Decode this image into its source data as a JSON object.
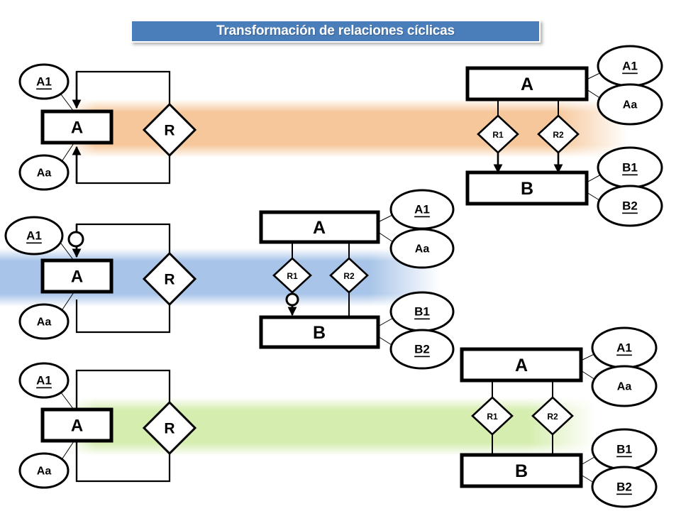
{
  "title": {
    "text": "Transformación de relaciones cíclicas",
    "background": "#4a7ebb",
    "text_color": "#ffffff"
  },
  "bands": [
    {
      "name": "orange",
      "color": "#f6c79a",
      "label": "row-1-highlight"
    },
    {
      "name": "blue",
      "color": "#a8c4e8",
      "label": "row-2-highlight"
    },
    {
      "name": "green",
      "color": "#d6edb0",
      "label": "row-3-highlight"
    }
  ],
  "diagrams": {
    "row1_left": {
      "entity": "A",
      "relationship": "R",
      "attributes": [
        {
          "text": "A1",
          "key": true
        },
        {
          "text": "Aa",
          "key": false
        }
      ]
    },
    "row1_right": {
      "entity_a": "A",
      "entity_b": "B",
      "relationships": [
        "R1",
        "R2"
      ],
      "a_attributes": [
        {
          "text": "A1",
          "key": true
        },
        {
          "text": "Aa",
          "key": false
        }
      ],
      "b_attributes": [
        {
          "text": "B1",
          "key": true
        },
        {
          "text": "B2",
          "key": true
        }
      ]
    },
    "row2_left": {
      "entity": "A",
      "relationship": "R",
      "attributes": [
        {
          "text": "A1",
          "key": true
        },
        {
          "text": "Aa",
          "key": false
        }
      ]
    },
    "row2_center": {
      "entity_a": "A",
      "entity_b": "B",
      "relationships": [
        "R1",
        "R2"
      ],
      "a_attributes": [
        {
          "text": "A1",
          "key": true
        },
        {
          "text": "Aa",
          "key": false
        }
      ],
      "b_attributes": [
        {
          "text": "B1",
          "key": true
        },
        {
          "text": "B2",
          "key": true
        }
      ]
    },
    "row3_left": {
      "entity": "A",
      "relationship": "R",
      "attributes": [
        {
          "text": "A1",
          "key": true
        },
        {
          "text": "Aa",
          "key": false
        }
      ]
    },
    "row3_right": {
      "entity_a": "A",
      "entity_b": "B",
      "relationships": [
        "R1",
        "R2"
      ],
      "a_attributes": [
        {
          "text": "A1",
          "key": true
        },
        {
          "text": "Aa",
          "key": false
        }
      ],
      "b_attributes": [
        {
          "text": "B1",
          "key": true
        },
        {
          "text": "B2",
          "key": true
        }
      ]
    }
  }
}
